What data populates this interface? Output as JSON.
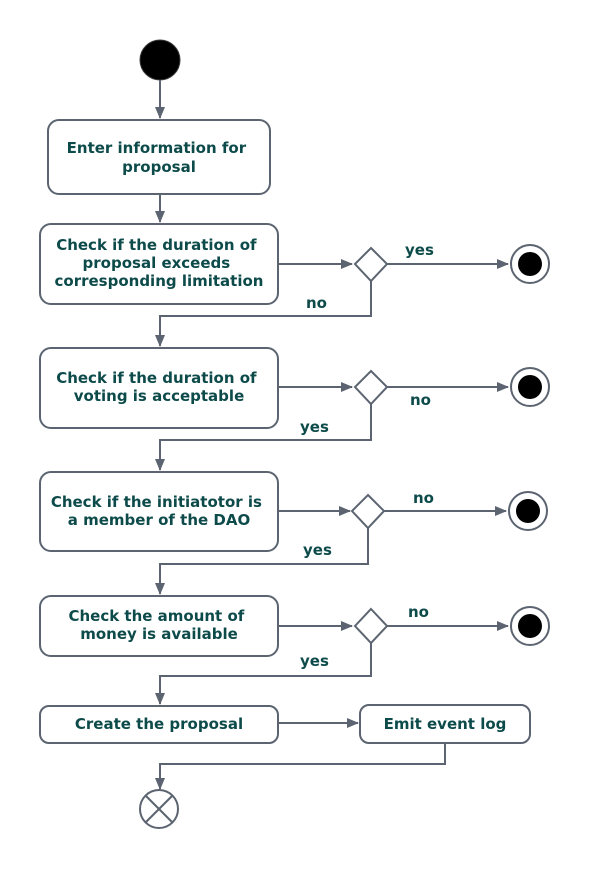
{
  "actions": {
    "enter_info": [
      "Enter information for",
      "proposal"
    ],
    "check_duration_proposal": [
      "Check if the duration of",
      "proposal exceeds",
      "corresponding limitation"
    ],
    "check_duration_voting": [
      "Check if the duration of",
      "voting is acceptable"
    ],
    "check_initiator": [
      "Check if the initiatotor is",
      "a member of the DAO"
    ],
    "check_money": [
      "Check the amount of",
      "money is available"
    ],
    "create_proposal": [
      "Create the proposal"
    ],
    "emit_event": [
      "Emit event log"
    ]
  },
  "guards": {
    "d1_yes": "yes",
    "d1_no": "no",
    "d2_no": "no",
    "d2_yes": "yes",
    "d3_no": "no",
    "d3_yes": "yes",
    "d4_no": "no",
    "d4_yes": "yes"
  },
  "colors": {
    "text": "#0d4a4a",
    "stroke": "#5b6470",
    "fill": "#000000"
  }
}
